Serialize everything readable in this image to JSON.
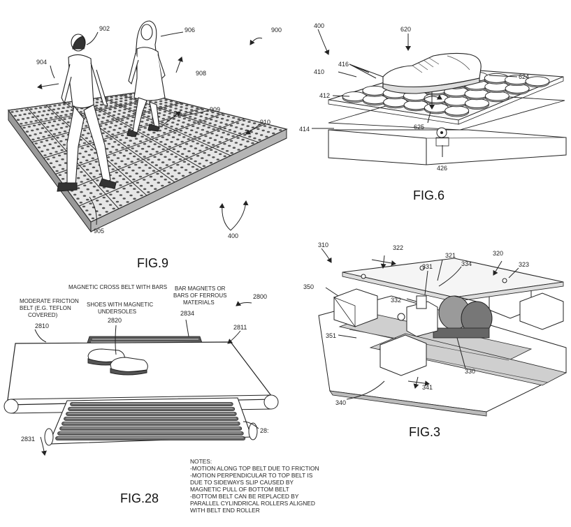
{
  "fig9": {
    "caption": "FIG.9",
    "refs": {
      "r902": "902",
      "r906": "906",
      "r900": "900",
      "r904": "904",
      "r908": "908",
      "r909": "909",
      "r910": "910",
      "r905": "905",
      "r400": "400"
    }
  },
  "fig6": {
    "caption": "FIG.6",
    "refs": {
      "r400": "400",
      "r620": "620",
      "r410": "410",
      "r416": "416",
      "r412": "412",
      "r624": "624",
      "r414": "414",
      "r625": "625",
      "r426": "426"
    }
  },
  "fig28": {
    "caption": "FIG.28",
    "labels": {
      "cross_belt": "MAGNETIC CROSS BELT WITH BARS",
      "friction_1": "MODERATE FRICTION",
      "friction_2": "BELT (E.G. TEFLON",
      "friction_3": "COVERED)",
      "shoes_1": "SHOES WITH MAGNETIC",
      "shoes_2": "UNDERSOLES",
      "bars_1": "BAR MAGNETS OR",
      "bars_2": "BARS OF FERROUS",
      "bars_3": "MATERIALS"
    },
    "refs": {
      "r2800": "2800",
      "r2810": "2810",
      "r2820": "2820",
      "r2834": "2834",
      "r2811": "2811",
      "r2831": "2831",
      "r28x": "28:"
    },
    "notes": [
      "NOTES:",
      "-MOTION ALONG TOP BELT DUE TO FRICTION",
      "-MOTION PERPENDICULAR TO TOP BELT IS",
      "DUE TO SIDEWAYS SLIP CAUSED BY",
      "MAGNETIC PULL OF BOTTOM BELT",
      "-BOTTOM BELT CAN BE REPLACED BY",
      "PARALLEL CYLINDRICAL ROLLERS ALIGNED",
      "WITH BELT END ROLLER"
    ]
  },
  "fig3": {
    "caption": "FIG.3",
    "refs": {
      "r310": "310",
      "r322": "322",
      "r321": "321",
      "r320": "320",
      "r331": "331",
      "r334": "334",
      "r323": "323",
      "r350": "350",
      "r332": "332",
      "r351": "351",
      "r330": "330",
      "r341": "341",
      "r340": "340"
    }
  }
}
